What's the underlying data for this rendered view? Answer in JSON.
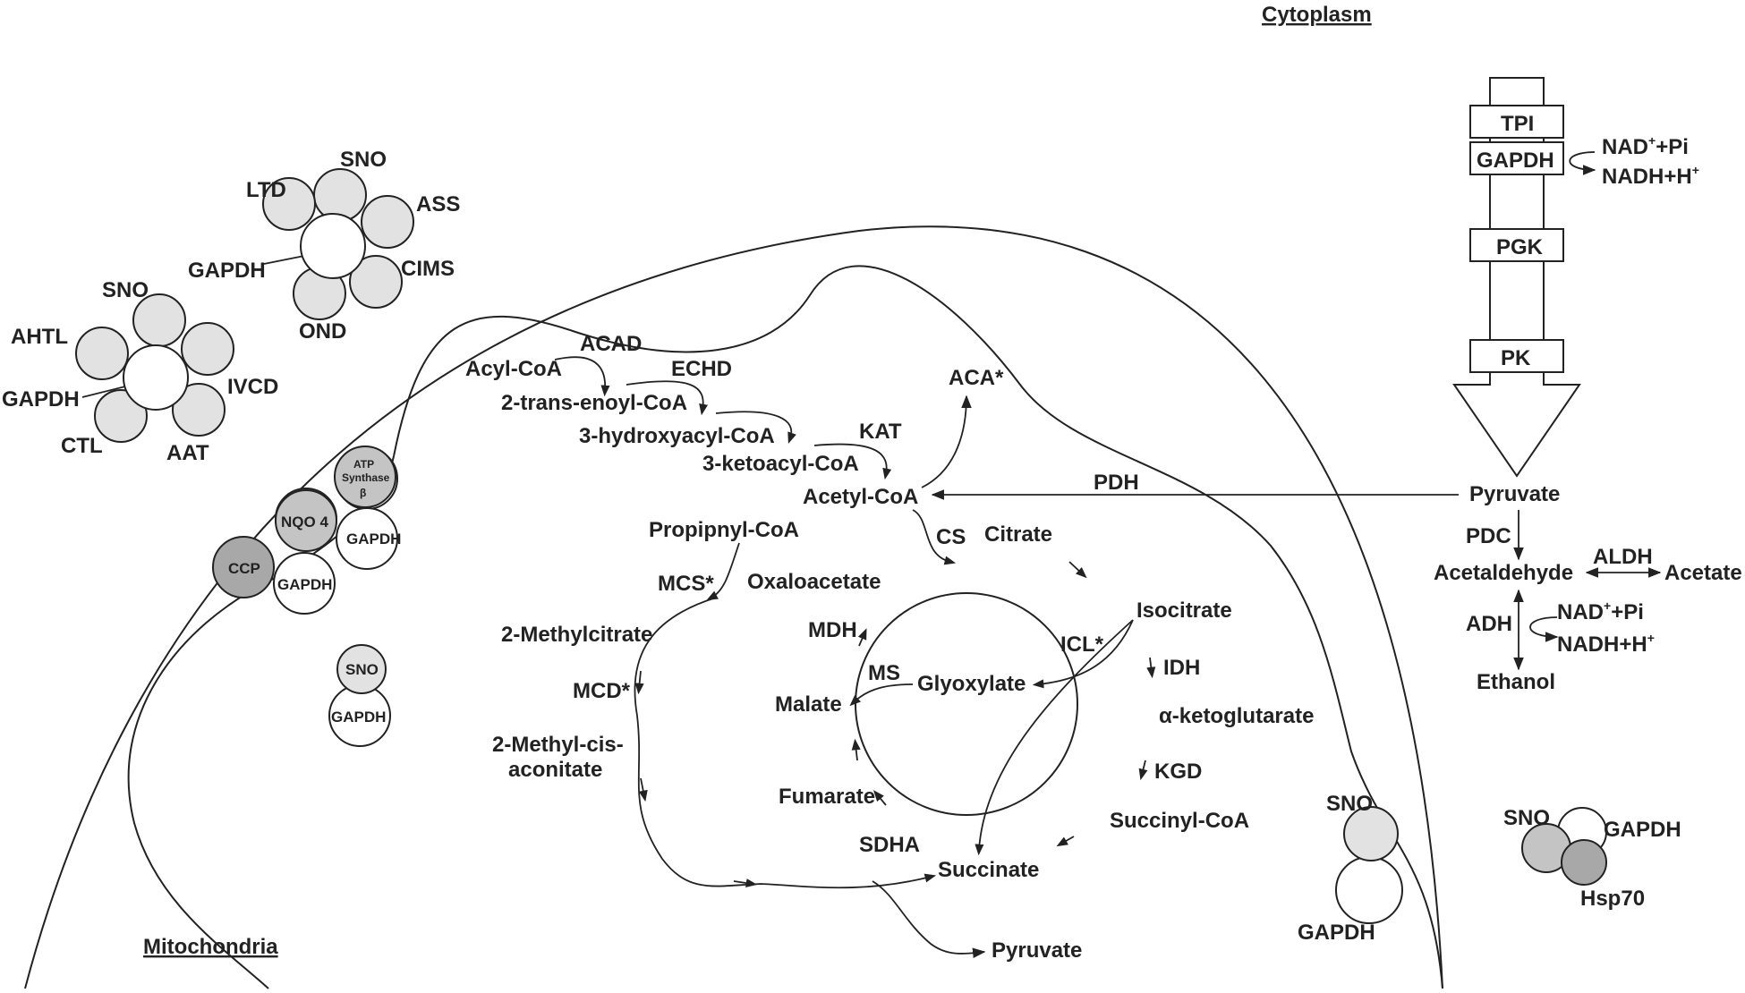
{
  "compartments": {
    "cytoplasm": "Cytoplasm",
    "mitochondria": "Mitochondria"
  },
  "colors": {
    "light_gray": "#e2e2e2",
    "mid_gray": "#c4c4c4",
    "dark_gray": "#a8a8a8",
    "line": "#222222",
    "white": "#ffffff"
  },
  "complex_top": {
    "center": "",
    "labels": {
      "sno": "SNO",
      "ass": "ASS",
      "cims": "CIMS",
      "ond": "OND",
      "gapdh": "GAPDH",
      "ltd": "LTD"
    }
  },
  "complex_left": {
    "labels": {
      "sno": "SNO",
      "ivcd": "IVCD",
      "aat": "AAT",
      "ctl": "CTL",
      "gapdh": "GAPDH",
      "ahtl": "AHTL"
    }
  },
  "membrane_proteins": {
    "atp_synthase": {
      "line1": "ATP",
      "line2": "Synthase",
      "line3": "β"
    },
    "nqo4": "NQO 4",
    "ccp": "CCP",
    "gapdh_a": "GAPDH",
    "gapdh_b": "GAPDH"
  },
  "matrix_complex": {
    "sno": "SNO",
    "gapdh": "GAPDH"
  },
  "cyto_complex_1": {
    "sno": "SNO",
    "gapdh": "GAPDH"
  },
  "cyto_complex_2": {
    "sno": "SNO",
    "gapdh": "GAPDH",
    "hsp70": "Hsp70"
  },
  "glycolysis": {
    "tpi": "TPI",
    "gapdh": "GAPDH",
    "pgk": "PGK",
    "pk": "PK",
    "cofactor_in_base": "NAD",
    "cofactor_in_sup": "+",
    "cofactor_in_rest": "+Pi",
    "cofactor_out_base": "NADH+H",
    "cofactor_out_sup": "+"
  },
  "fermentation": {
    "pyruvate": "Pyruvate",
    "pdc": "PDC",
    "acetaldehyde": "Acetaldehyde",
    "aldh": "ALDH",
    "acetate": "Acetate",
    "adh": "ADH",
    "ethanol": "Ethanol",
    "cofactor_in_base": "NAD",
    "cofactor_in_sup": "+",
    "cofactor_in_rest": "+Pi",
    "cofactor_out_base": "NADH+H",
    "cofactor_out_sup": "+"
  },
  "beta_oxidation": {
    "acyl_coa": "Acyl-CoA",
    "acad": "ACAD",
    "enoyl": "2-trans-enoyl-CoA",
    "echd": "ECHD",
    "hydroxyacyl": "3-hydroxyacyl-CoA",
    "kat": "KAT",
    "ketoacyl": "3-ketoacyl-CoA",
    "acetyl_coa": "Acetyl-CoA",
    "aca": "ACA*",
    "pdh": "PDH"
  },
  "tca": {
    "cs": "CS",
    "citrate": "Citrate",
    "isocitrate": "Isocitrate",
    "icl": "ICL*",
    "idh": "IDH",
    "akg": "α-ketoglutarate",
    "kgd": "KGD",
    "succinyl_coa": "Succinyl-CoA",
    "succinate": "Succinate",
    "sdha": "SDHA",
    "fumarate": "Fumarate",
    "malate": "Malate",
    "mdh": "MDH",
    "ms": "MS",
    "glyoxylate": "Glyoxylate",
    "oxaloacetate": "Oxaloacetate"
  },
  "methylcitrate": {
    "propionyl": "Propipnyl-CoA",
    "mcs": "MCS*",
    "methylcitrate": "2-Methylcitrate",
    "mcd": "MCD*",
    "methylcis_1": "2-Methyl-cis-",
    "methylcis_2": "aconitate",
    "pyruvate": "Pyruvate"
  }
}
